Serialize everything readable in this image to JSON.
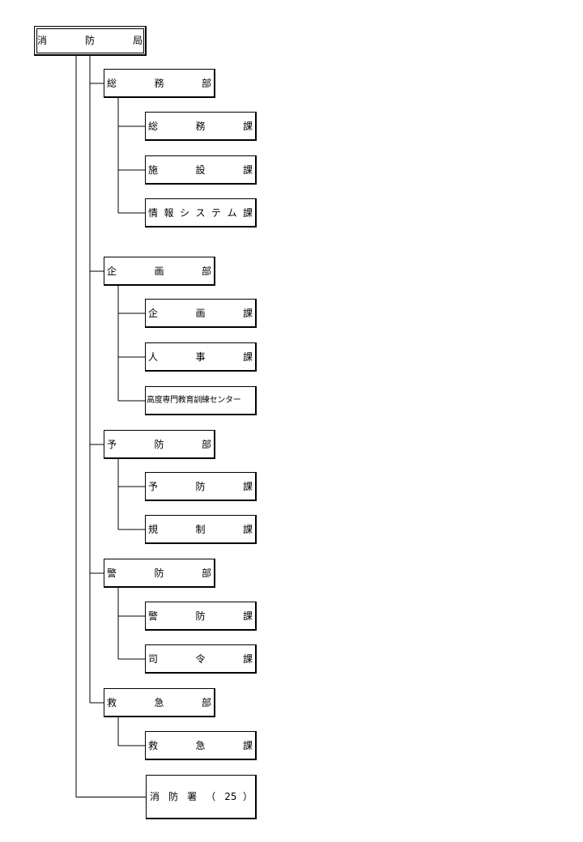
{
  "org": {
    "root": {
      "label": "消防局",
      "parts": [
        "消",
        "防",
        "局"
      ]
    },
    "departments": [
      {
        "id": "somu",
        "parts": [
          "総",
          "務",
          "部"
        ],
        "sections": [
          {
            "parts": [
              "総",
              "務",
              "課"
            ]
          },
          {
            "parts": [
              "施",
              "設",
              "課"
            ]
          },
          {
            "parts": [
              "情",
              "報",
              "シ",
              "ス",
              "テ",
              "ム",
              "課"
            ]
          }
        ]
      },
      {
        "id": "kikaku",
        "parts": [
          "企",
          "画",
          "部"
        ],
        "sections": [
          {
            "parts": [
              "企",
              "画",
              "課"
            ]
          },
          {
            "parts": [
              "人",
              "事",
              "課"
            ]
          },
          {
            "label": "高度専門教育訓練センター",
            "small": true
          }
        ]
      },
      {
        "id": "yobo",
        "parts": [
          "予",
          "防",
          "部"
        ],
        "sections": [
          {
            "parts": [
              "予",
              "防",
              "課"
            ]
          },
          {
            "parts": [
              "規",
              "制",
              "課"
            ]
          }
        ]
      },
      {
        "id": "keibo",
        "parts": [
          "警",
          "防",
          "部"
        ],
        "sections": [
          {
            "parts": [
              "警",
              "防",
              "課"
            ]
          },
          {
            "parts": [
              "司",
              "令",
              "課"
            ]
          }
        ]
      },
      {
        "id": "kyukyu",
        "parts": [
          "救",
          "急",
          "部"
        ],
        "sections": [
          {
            "parts": [
              "救",
              "急",
              "課"
            ]
          }
        ]
      }
    ],
    "station": {
      "parts": [
        "消",
        "防",
        "署",
        "（",
        "25",
        "）"
      ]
    }
  },
  "colors": {
    "line": "#000000",
    "box_fill": "#ffffff"
  }
}
